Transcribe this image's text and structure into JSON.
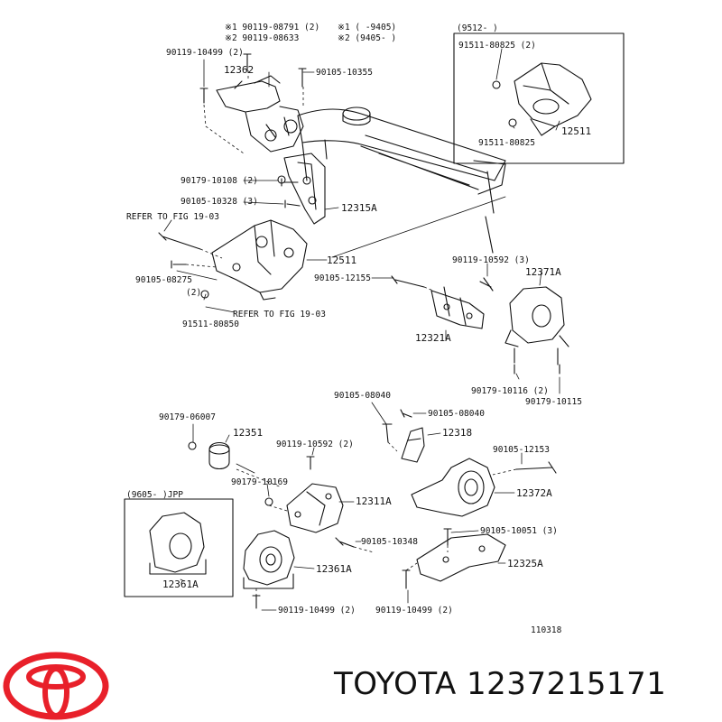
{
  "diagram": {
    "notes": {
      "note1": "※1 90119-08791 (2)",
      "note2": "※2 90119-08633",
      "legend1": "※1 (  -9405)",
      "legend2": "※2 (9405-  )",
      "inset_top_range": "(9512-  )",
      "inset_bottom_range": "(9605-  )JPP",
      "diagram_number": "110318"
    },
    "parts": {
      "p1": "90119-10499 (2)",
      "p2": "12362",
      "p3": "90105-10355",
      "p4": "90179-10108 (2)",
      "p5": "90105-10328 (3)",
      "p6": "12315A",
      "p7": "REFER TO FIG 19-03",
      "p8": "12511",
      "p9": "90105-08275",
      "p10": "(2)",
      "p11": "91511-80850",
      "p12": "REFER TO FIG 19-03",
      "p13": "90105-12155",
      "p14": "12321A",
      "p15": "90119-10592 (3)",
      "p16": "12371A",
      "p17": "90179-10116 (2)",
      "p18": "90179-10115",
      "p19": "91511-80825 (2)",
      "p20": "12511",
      "p21": "91511-80825",
      "p22": "90105-08040",
      "p23": "90105-08040",
      "p24": "12318",
      "p25": "90179-06007",
      "p26": "12351",
      "p27": "90119-10592 (2)",
      "p28": "90179-10169",
      "p29": "12311A",
      "p30": "90105-12153",
      "p31": "12372A",
      "p32": "90105-10051 (3)",
      "p33": "90105-10348",
      "p34": "12325A",
      "p35": "12361A",
      "p36": "12361A",
      "p37": "90119-10499 (2)",
      "p38": "90119-10499 (2)"
    }
  },
  "brand": {
    "name": "TOYOTA",
    "part_number": "1237215171",
    "logo": "toyota-emblem-icon",
    "logo_color": "#e8202a"
  }
}
